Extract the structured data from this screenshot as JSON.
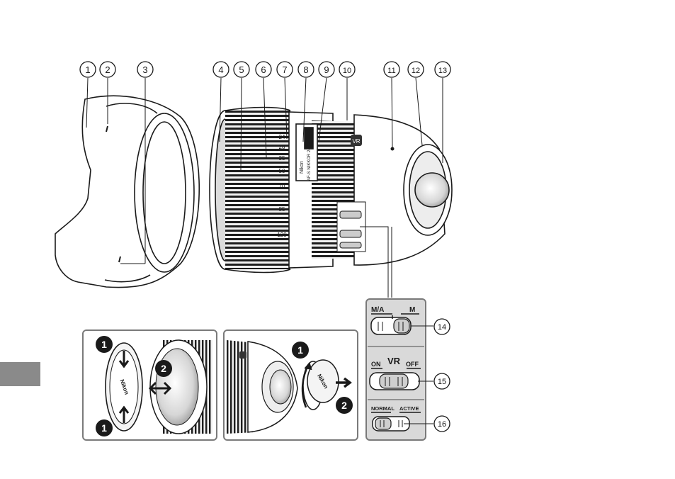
{
  "callouts": [
    "1",
    "2",
    "3",
    "4",
    "5",
    "6",
    "7",
    "8",
    "9",
    "10",
    "11",
    "12",
    "13",
    "14",
    "15",
    "16"
  ],
  "lens_markings": {
    "brand": "Nikon",
    "model": "AF-S NIKKOR 24-120mm",
    "zoom_scale": [
      "24",
      "28",
      "35",
      "50",
      "70",
      "85",
      "120"
    ],
    "vr_badge": "VR"
  },
  "switch_panel": {
    "focus_mode": {
      "left": "M/A",
      "right": "M"
    },
    "vr": {
      "left": "ON",
      "center": "VR",
      "right": "OFF"
    },
    "vr_mode": {
      "left": "NORMAL",
      "right": "ACTIVE"
    }
  },
  "cap_panel_left": {
    "step1": "1",
    "step2": "2",
    "cap_brand": "Nikon"
  },
  "cap_panel_right": {
    "step1": "1",
    "step2": "2",
    "cap_brand": "Nikon"
  },
  "colors": {
    "line": "#1a1a1a",
    "panel_bg": "#d9d9d9",
    "panel_border": "#7a7a7a",
    "side_tab": "#8a8a8a"
  }
}
